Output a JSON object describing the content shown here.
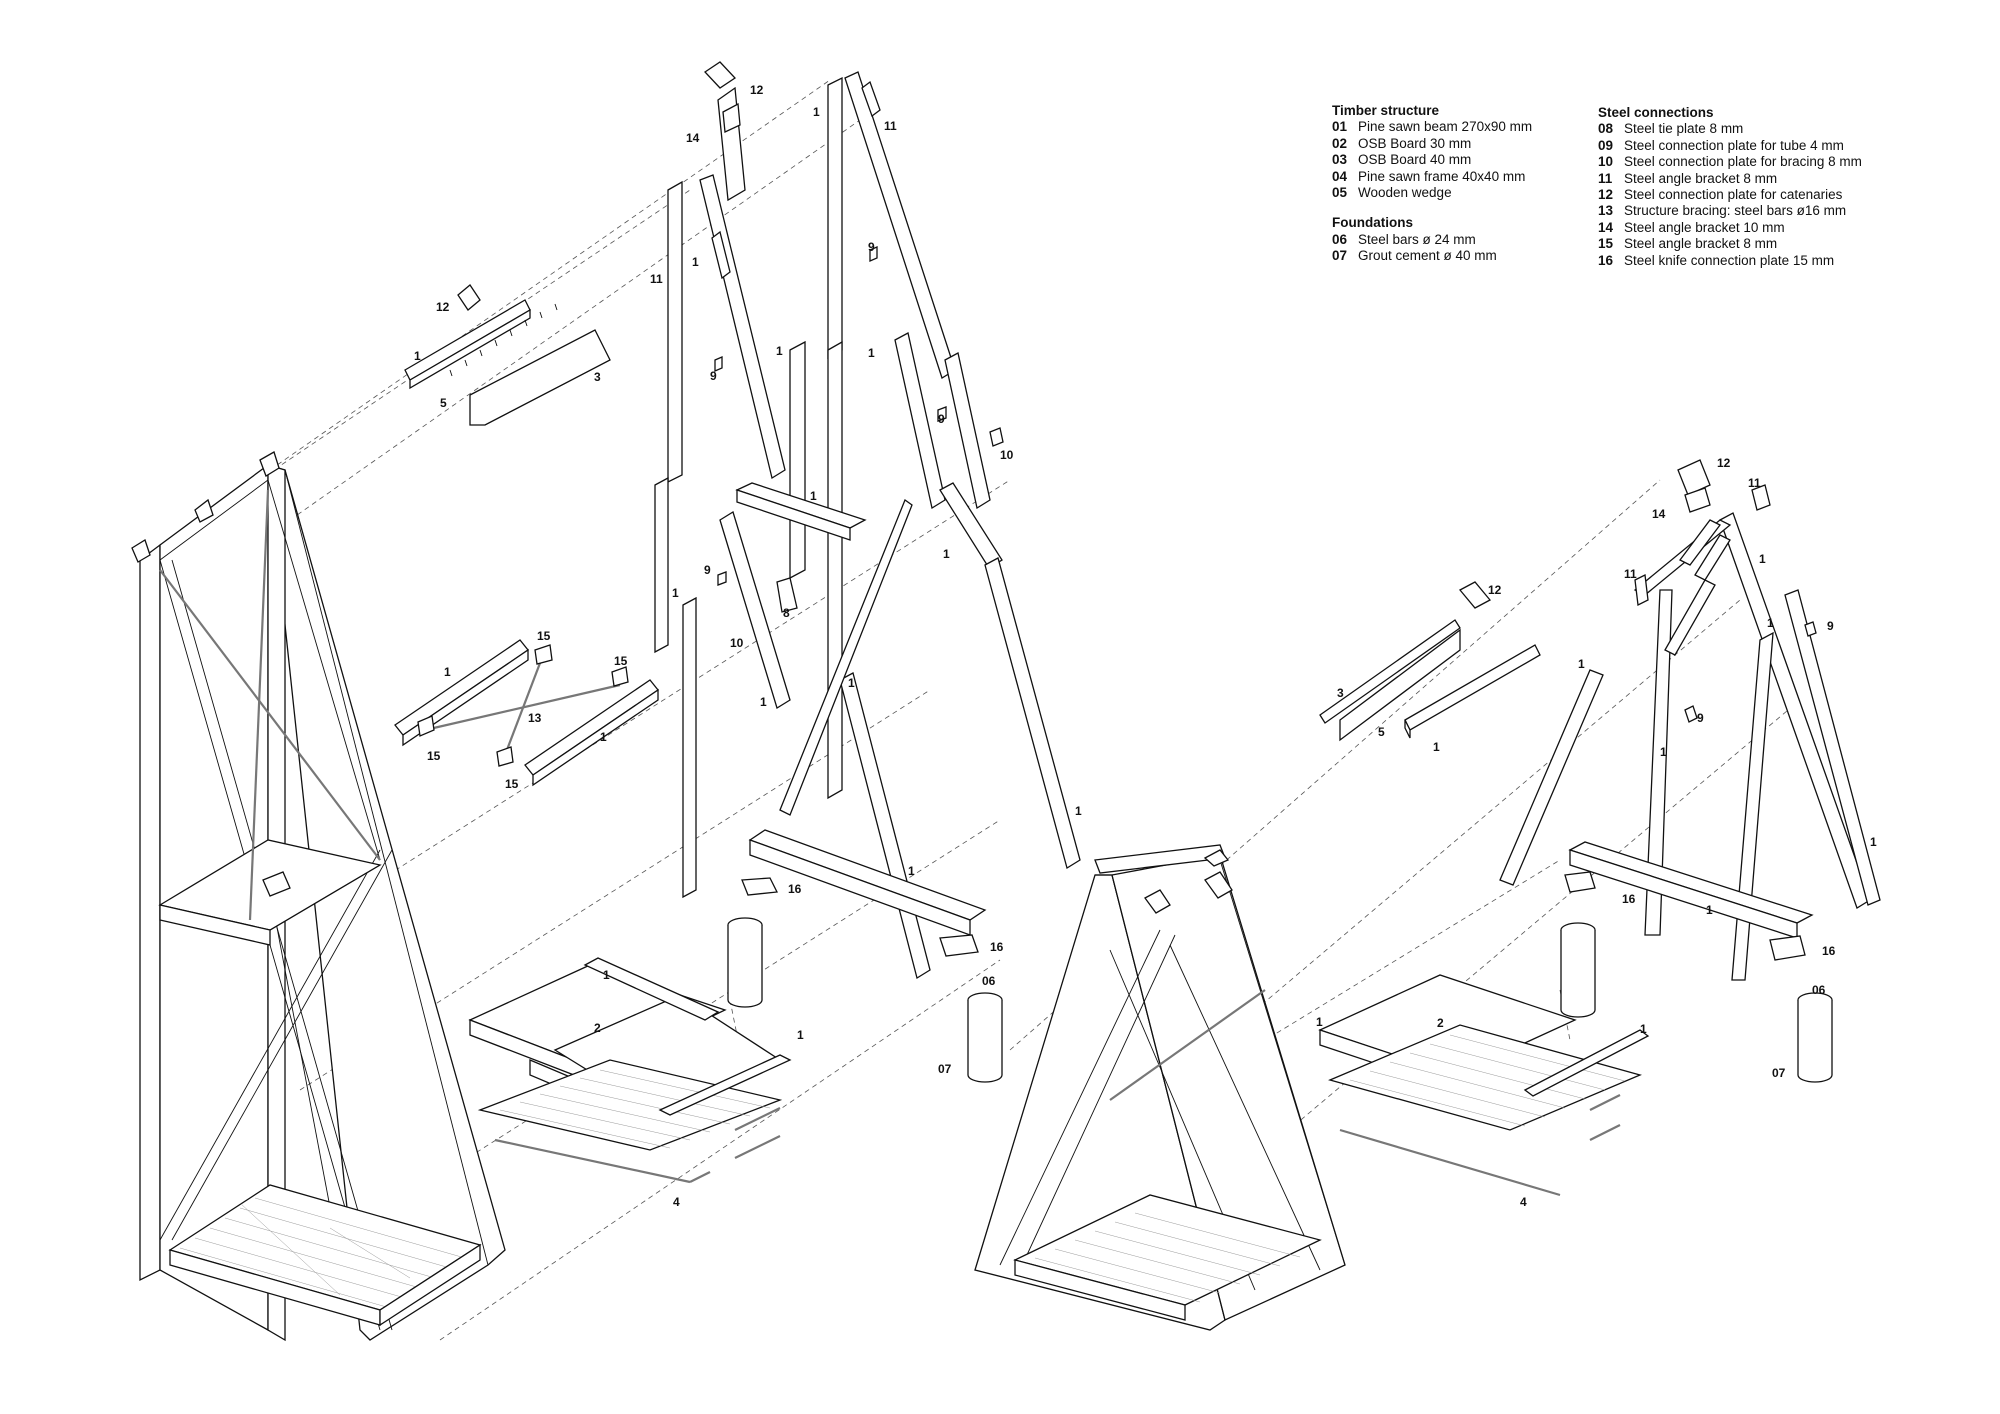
{
  "legend": {
    "timber": {
      "title": "Timber structure",
      "items": [
        {
          "num": "01",
          "text": "Pine sawn beam 270x90 mm"
        },
        {
          "num": "02",
          "text": "OSB Board 30 mm"
        },
        {
          "num": "03",
          "text": "OSB Board 40 mm"
        },
        {
          "num": "04",
          "text": "Pine sawn frame 40x40 mm"
        },
        {
          "num": "05",
          "text": "Wooden wedge"
        }
      ]
    },
    "foundations": {
      "title": "Foundations",
      "items": [
        {
          "num": "06",
          "text": "Steel bars ø 24 mm"
        },
        {
          "num": "07",
          "text": "Grout cement ø 40 mm"
        }
      ]
    },
    "steel": {
      "title": "Steel connections",
      "items": [
        {
          "num": "08",
          "text": "Steel tie plate 8 mm"
        },
        {
          "num": "09",
          "text": "Steel connection plate for tube 4 mm"
        },
        {
          "num": "10",
          "text": "Steel connection plate for bracing 8 mm"
        },
        {
          "num": "11",
          "text": "Steel angle bracket 8 mm"
        },
        {
          "num": "12",
          "text": "Steel connection plate for catenaries"
        },
        {
          "num": "13",
          "text": "Structure bracing: steel bars ø16 mm"
        },
        {
          "num": "14",
          "text": "Steel angle bracket 10 mm"
        },
        {
          "num": "15",
          "text": "Steel angle bracket 8 mm"
        },
        {
          "num": "16",
          "text": "Steel knife connection plate 15 mm"
        }
      ]
    }
  },
  "callouts": {
    "c1": "1",
    "c2": "2",
    "c3": "3",
    "c4": "4",
    "c5": "5",
    "c06": "06",
    "c07": "07",
    "c8": "8",
    "c9": "9",
    "c10": "10",
    "c11": "11",
    "c12": "12",
    "c13": "13",
    "c14": "14",
    "c15": "15",
    "c16": "16"
  }
}
